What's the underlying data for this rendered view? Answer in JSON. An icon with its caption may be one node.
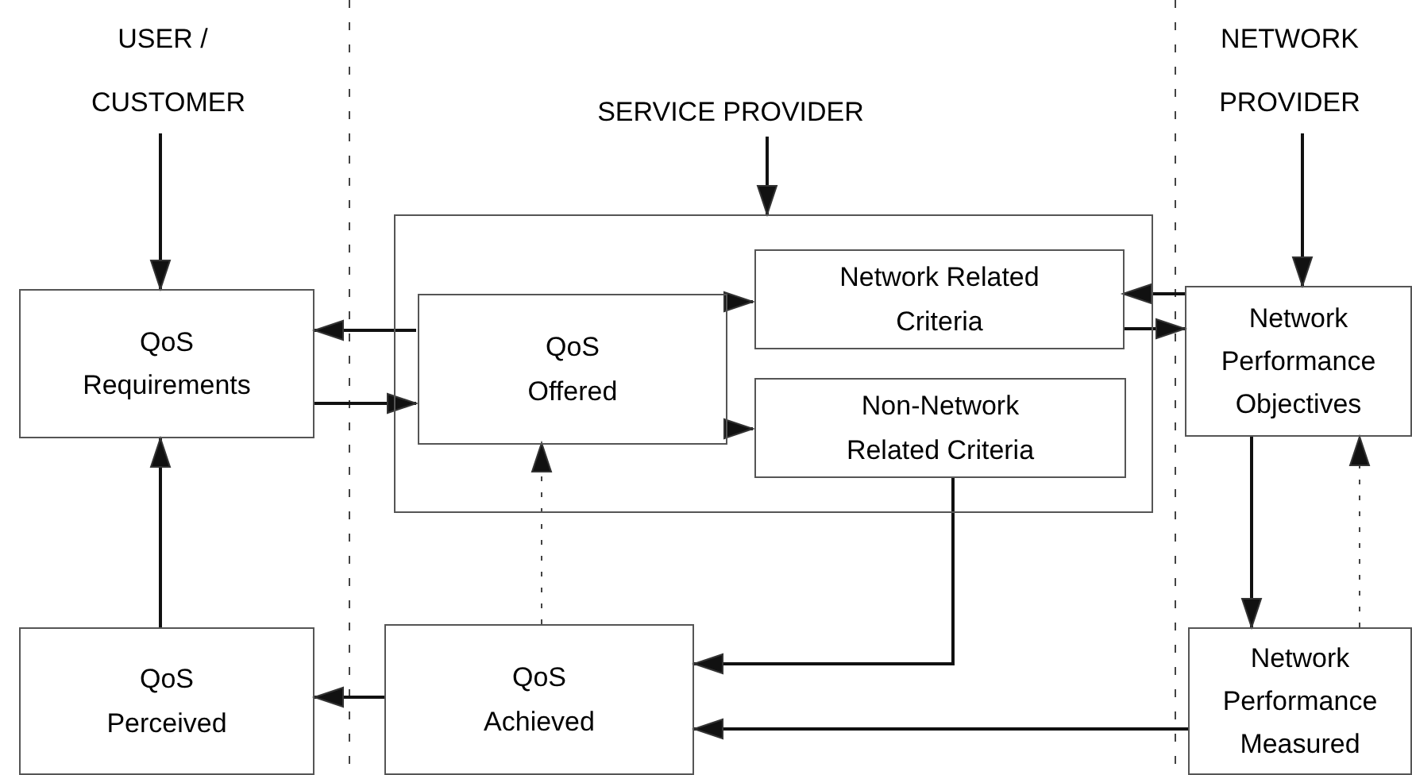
{
  "diagram": {
    "nodes": [
      {
        "text": [
          "USER / CUSTOMER"
        ]
      },
      {
        "text": [
          "SERVICE PROVIDER"
        ]
      },
      {
        "text": [
          "NETWORK PROVIDER"
        ]
      },
      {
        "text": [
          "QoS Requirements"
        ]
      },
      {
        "text": [],
        "shape": "box"
      },
      {
        "text": [
          "QoS Offered"
        ],
        "in": 4
      },
      {
        "text": [
          "Network Related Criteria"
        ],
        "in": 4
      },
      {
        "text": [
          "Non-Network Related Criteria"
        ],
        "in": 4
      },
      {
        "text": [
          "Network Performance Objectives"
        ]
      },
      {
        "text": [
          "QoS Perceived"
        ]
      },
      {
        "text": [
          "QoS Achieved"
        ]
      },
      {
        "text": [
          "Network Performance Measured"
        ]
      }
    ],
    "edges": [
      {
        "from": 0,
        "to": 3,
        "arrow": "to"
      },
      {
        "from": 1,
        "to": 4,
        "arrow": "to"
      },
      {
        "from": 2,
        "to": 8,
        "arrow": "to"
      },
      {
        "from": 5,
        "to": 3,
        "arrow": "to"
      },
      {
        "from": 3,
        "to": 5,
        "arrow": "to"
      },
      {
        "from": 5,
        "to": 6,
        "arrow": "to"
      },
      {
        "from": 5,
        "to": 7,
        "arrow": "to"
      },
      {
        "from": 8,
        "to": 6,
        "arrow": "to"
      },
      {
        "from": 6,
        "to": 8,
        "arrow": "to"
      },
      {
        "from": 7,
        "to": 10,
        "arrow": "to"
      },
      {
        "from": 10,
        "to": 5,
        "arrow": "to",
        "style": "dashed"
      },
      {
        "from": 11,
        "to": 8,
        "arrow": "to",
        "style": "dashed"
      },
      {
        "from": 8,
        "to": 11,
        "arrow": "to"
      },
      {
        "from": 11,
        "to": 10,
        "arrow": "to"
      },
      {
        "from": 10,
        "to": 9,
        "arrow": "to"
      },
      {
        "from": 9,
        "to": 3,
        "arrow": "to"
      }
    ]
  }
}
